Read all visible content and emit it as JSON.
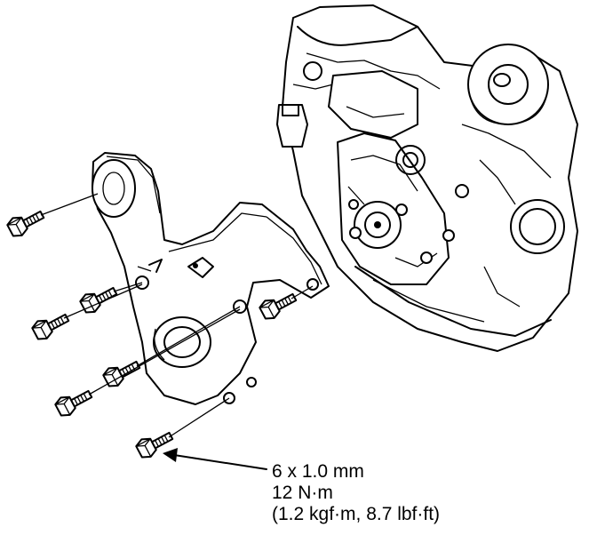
{
  "spec": {
    "size": "6 x 1.0 mm",
    "torque": "12 N·m",
    "torque_alt": "(1.2 kgf·m, 8.7 lbf·ft)"
  },
  "colors": {
    "ink": "#000000",
    "paper": "#ffffff"
  },
  "icons": [
    "flange-bolt-icon",
    "leader-arrow-icon"
  ]
}
